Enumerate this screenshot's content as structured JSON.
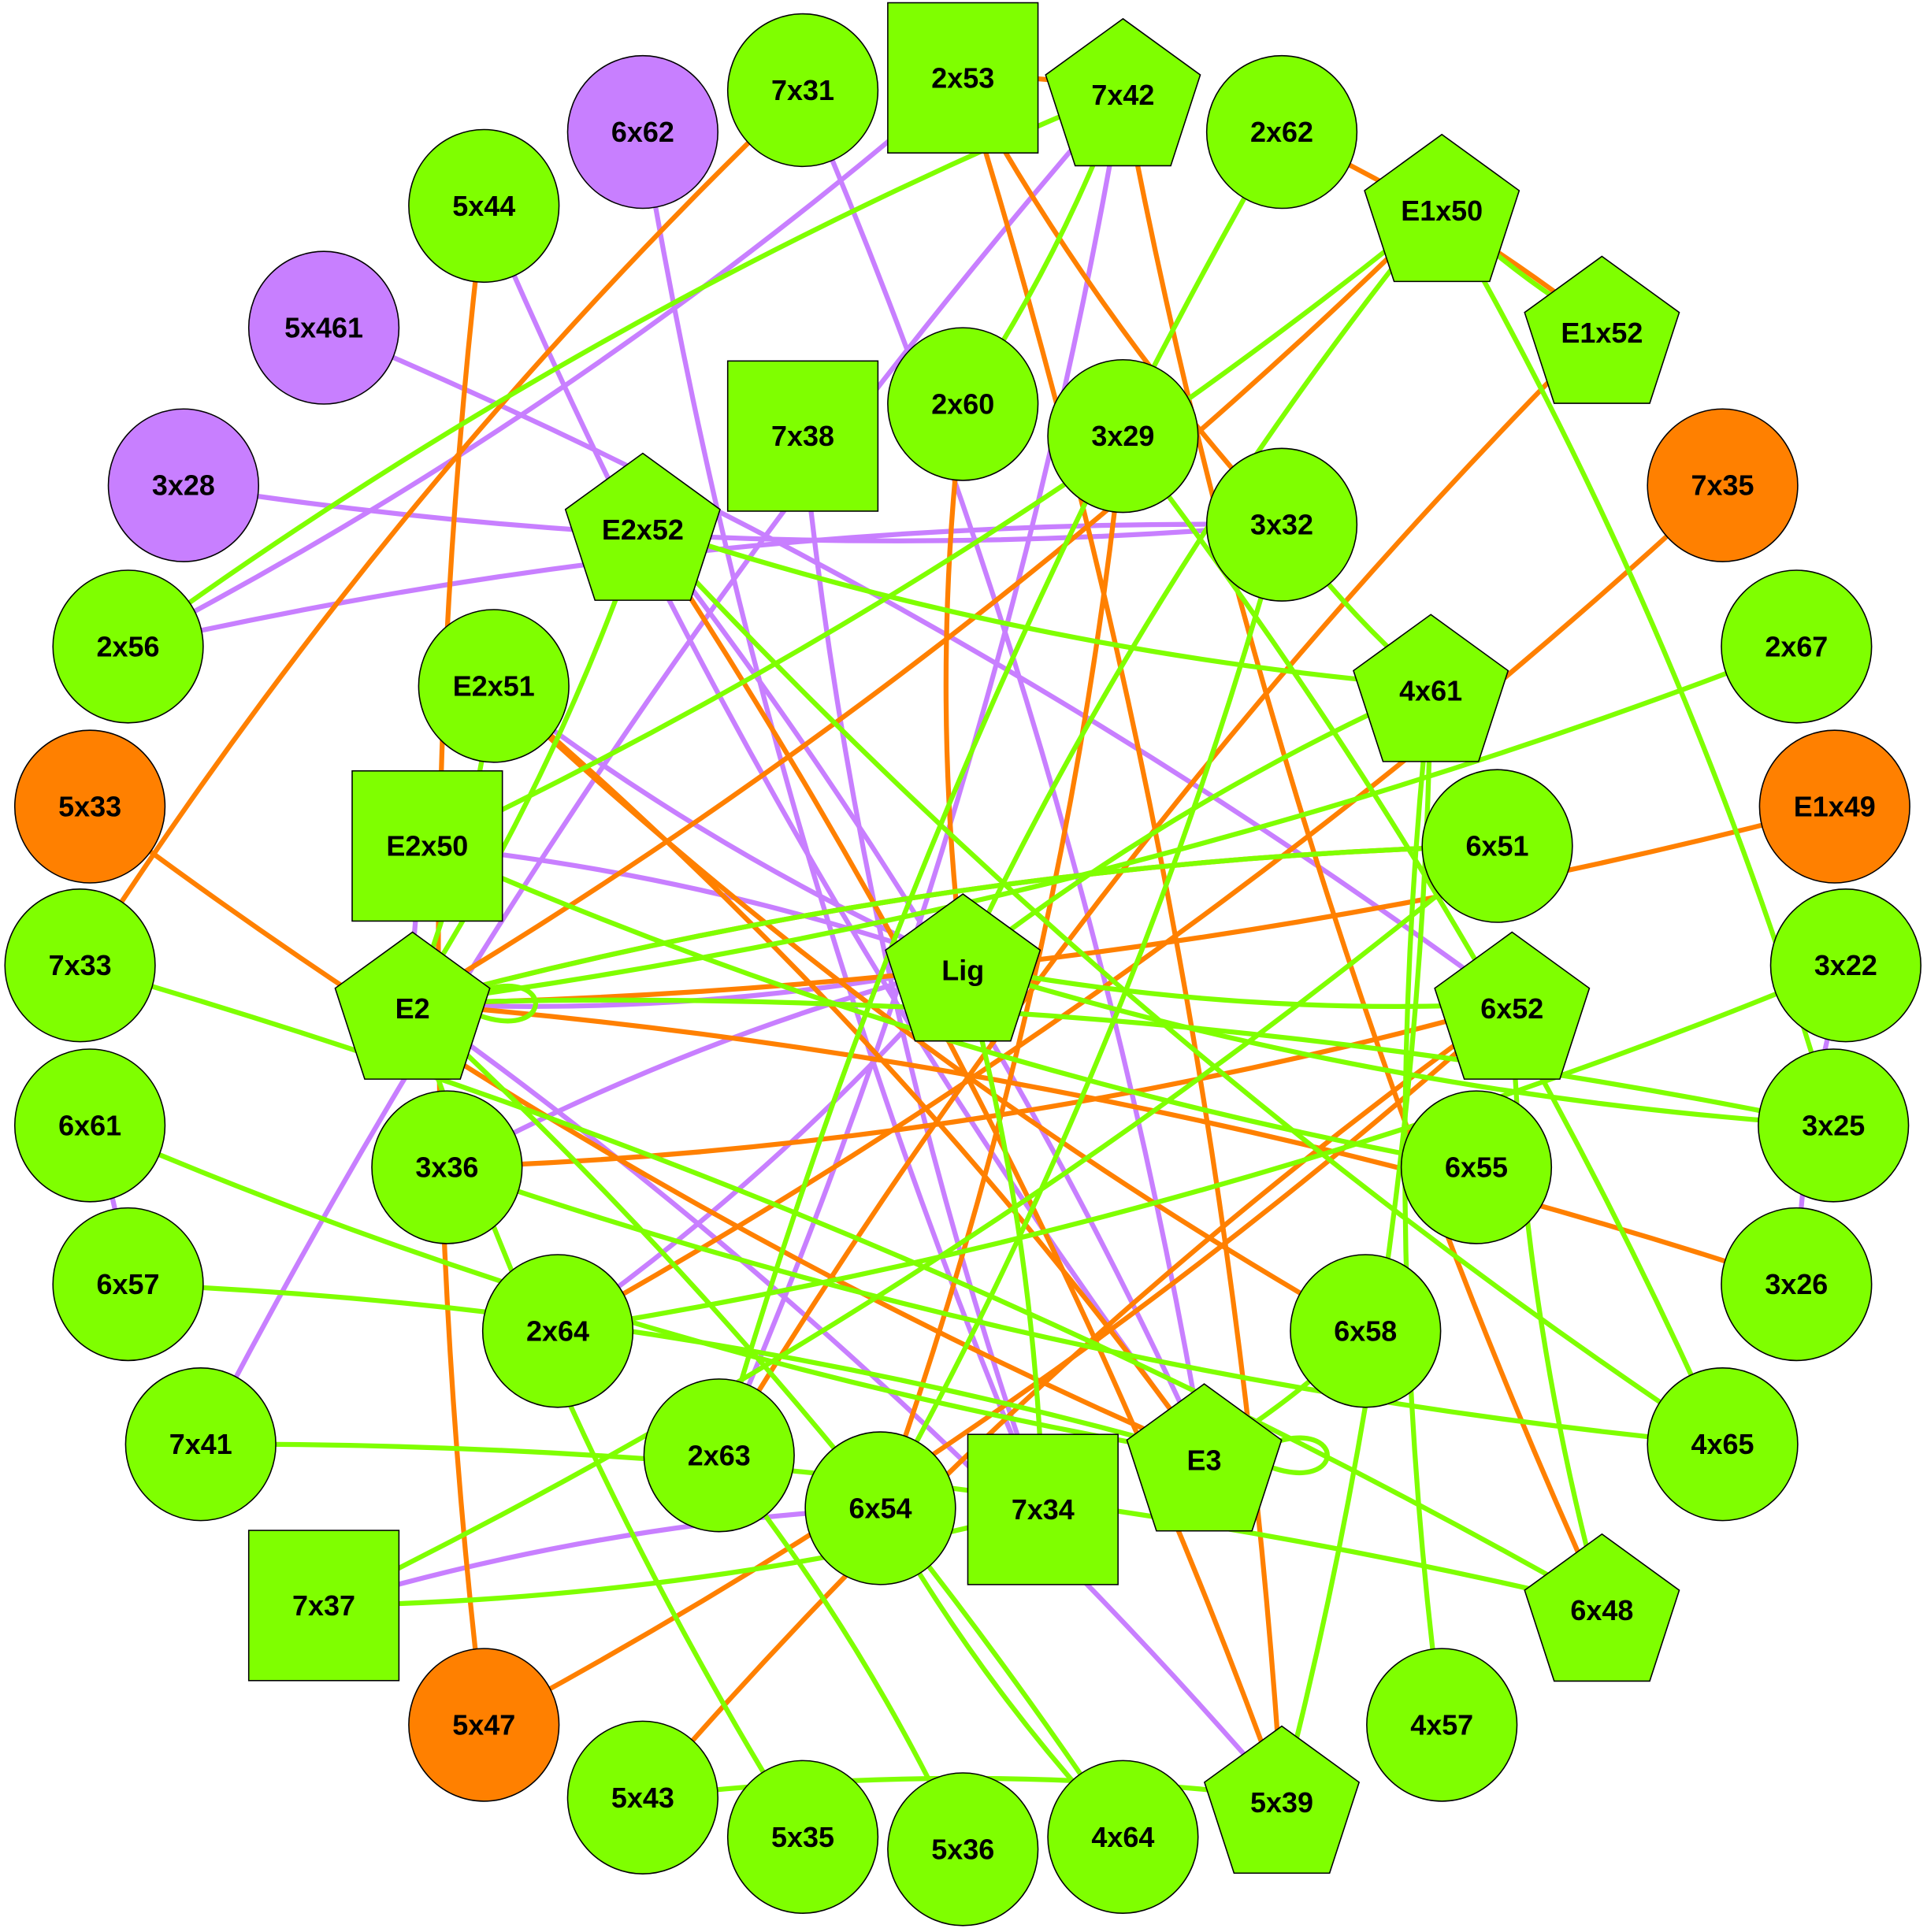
{
  "palette": {
    "green": "#7fff00",
    "purple": "#c87fff",
    "orange": "#ff8000"
  },
  "nodes": [
    {
      "label": "7x31",
      "shape": "circle",
      "color": "green"
    },
    {
      "label": "2x53",
      "shape": "square",
      "color": "green"
    },
    {
      "label": "7x42",
      "shape": "pentagon",
      "color": "green"
    },
    {
      "label": "6x62",
      "shape": "circle",
      "color": "purple"
    },
    {
      "label": "2x62",
      "shape": "circle",
      "color": "green"
    },
    {
      "label": "5x44",
      "shape": "circle",
      "color": "green"
    },
    {
      "label": "E1x50",
      "shape": "pentagon",
      "color": "green"
    },
    {
      "label": "5x461",
      "shape": "circle",
      "color": "purple"
    },
    {
      "label": "E1x52",
      "shape": "pentagon",
      "color": "green"
    },
    {
      "label": "7x38",
      "shape": "square",
      "color": "green"
    },
    {
      "label": "2x60",
      "shape": "circle",
      "color": "green"
    },
    {
      "label": "3x29",
      "shape": "circle",
      "color": "green"
    },
    {
      "label": "3x28",
      "shape": "circle",
      "color": "purple"
    },
    {
      "label": "7x35",
      "shape": "circle",
      "color": "orange"
    },
    {
      "label": "E2x52",
      "shape": "pentagon",
      "color": "green"
    },
    {
      "label": "3x32",
      "shape": "circle",
      "color": "green"
    },
    {
      "label": "2x56",
      "shape": "circle",
      "color": "green"
    },
    {
      "label": "2x67",
      "shape": "circle",
      "color": "green"
    },
    {
      "label": "E2x51",
      "shape": "circle",
      "color": "green"
    },
    {
      "label": "4x61",
      "shape": "pentagon",
      "color": "green"
    },
    {
      "label": "5x33",
      "shape": "circle",
      "color": "orange"
    },
    {
      "label": "E1x49",
      "shape": "circle",
      "color": "orange"
    },
    {
      "label": "E2x50",
      "shape": "square",
      "color": "green"
    },
    {
      "label": "6x51",
      "shape": "circle",
      "color": "green"
    },
    {
      "label": "7x33",
      "shape": "circle",
      "color": "green"
    },
    {
      "label": "Lig",
      "shape": "pentagon",
      "color": "green"
    },
    {
      "label": "E2",
      "shape": "pentagon",
      "color": "green"
    },
    {
      "label": "3x22",
      "shape": "circle",
      "color": "green"
    },
    {
      "label": "6x52",
      "shape": "pentagon",
      "color": "green"
    },
    {
      "label": "6x61",
      "shape": "circle",
      "color": "green"
    },
    {
      "label": "3x36",
      "shape": "circle",
      "color": "green"
    },
    {
      "label": "6x55",
      "shape": "circle",
      "color": "green"
    },
    {
      "label": "3x25",
      "shape": "circle",
      "color": "green"
    },
    {
      "label": "6x57",
      "shape": "circle",
      "color": "green"
    },
    {
      "label": "3x26",
      "shape": "circle",
      "color": "green"
    },
    {
      "label": "2x64",
      "shape": "circle",
      "color": "green"
    },
    {
      "label": "6x58",
      "shape": "circle",
      "color": "green"
    },
    {
      "label": "7x41",
      "shape": "circle",
      "color": "green"
    },
    {
      "label": "2x63",
      "shape": "circle",
      "color": "green"
    },
    {
      "label": "6x54",
      "shape": "circle",
      "color": "green"
    },
    {
      "label": "7x34",
      "shape": "square",
      "color": "green"
    },
    {
      "label": "E3",
      "shape": "pentagon",
      "color": "green"
    },
    {
      "label": "4x65",
      "shape": "circle",
      "color": "green"
    },
    {
      "label": "7x37",
      "shape": "square",
      "color": "green"
    },
    {
      "label": "6x48",
      "shape": "pentagon",
      "color": "green"
    },
    {
      "label": "5x47",
      "shape": "circle",
      "color": "orange"
    },
    {
      "label": "4x57",
      "shape": "circle",
      "color": "green"
    },
    {
      "label": "5x43",
      "shape": "circle",
      "color": "green"
    },
    {
      "label": "5x39",
      "shape": "pentagon",
      "color": "green"
    },
    {
      "label": "5x35",
      "shape": "circle",
      "color": "green"
    },
    {
      "label": "5x36",
      "shape": "circle",
      "color": "green"
    },
    {
      "label": "4x64",
      "shape": "circle",
      "color": "green"
    }
  ],
  "edges": [
    {
      "source": "2x53",
      "target": "2x56",
      "color": "purple"
    },
    {
      "source": "6x62",
      "target": "7x34",
      "color": "purple"
    },
    {
      "source": "7x31",
      "target": "E3",
      "color": "purple"
    },
    {
      "source": "7x42",
      "target": "7x41",
      "color": "purple"
    },
    {
      "source": "7x42",
      "target": "2x63",
      "color": "purple"
    },
    {
      "source": "5x44",
      "target": "E3",
      "color": "purple"
    },
    {
      "source": "5x461",
      "target": "6x52",
      "color": "purple"
    },
    {
      "source": "3x28",
      "target": "3x32",
      "color": "purple"
    },
    {
      "source": "2x56",
      "target": "3x32",
      "color": "purple"
    },
    {
      "source": "7x38",
      "target": "7x34",
      "color": "purple"
    },
    {
      "source": "E2x52",
      "target": "E3",
      "color": "purple"
    },
    {
      "source": "E2x51",
      "target": "Lig",
      "color": "purple"
    },
    {
      "source": "E2x50",
      "target": "Lig",
      "color": "purple"
    },
    {
      "source": "E2",
      "target": "Lig",
      "color": "purple"
    },
    {
      "source": "E2",
      "target": "5x39",
      "color": "purple"
    },
    {
      "source": "E2x50",
      "target": "E2",
      "color": "purple"
    },
    {
      "source": "3x36",
      "target": "Lig",
      "color": "purple"
    },
    {
      "source": "2x64",
      "target": "Lig",
      "color": "purple"
    },
    {
      "source": "7x37",
      "target": "6x54",
      "color": "purple"
    },
    {
      "source": "3x22",
      "target": "3x26",
      "color": "purple"
    },
    {
      "source": "6x61",
      "target": "6x57",
      "color": "purple"
    },
    {
      "source": "7x31",
      "target": "7x33",
      "color": "orange"
    },
    {
      "source": "2x53",
      "target": "7x42",
      "color": "orange"
    },
    {
      "source": "2x53",
      "target": "3x32",
      "color": "orange"
    },
    {
      "source": "2x53",
      "target": "5x39",
      "color": "orange"
    },
    {
      "source": "7x42",
      "target": "6x48",
      "color": "orange"
    },
    {
      "source": "2x62",
      "target": "E1x52",
      "color": "orange"
    },
    {
      "source": "5x44",
      "target": "5x47",
      "color": "orange"
    },
    {
      "source": "E1x50",
      "target": "E2",
      "color": "orange"
    },
    {
      "source": "E1x52",
      "target": "2x63",
      "color": "orange"
    },
    {
      "source": "7x35",
      "target": "2x64",
      "color": "orange"
    },
    {
      "source": "2x60",
      "target": "Lig",
      "color": "orange"
    },
    {
      "source": "3x29",
      "target": "6x54",
      "color": "orange"
    },
    {
      "source": "5x33",
      "target": "E3",
      "color": "orange"
    },
    {
      "source": "E1x49",
      "target": "E2",
      "color": "orange"
    },
    {
      "source": "6x51",
      "target": "E2",
      "color": "orange"
    },
    {
      "source": "E2x51",
      "target": "E3",
      "color": "orange"
    },
    {
      "source": "E2x51",
      "target": "6x58",
      "color": "orange"
    },
    {
      "source": "E2x52",
      "target": "5x39",
      "color": "orange"
    },
    {
      "source": "3x36",
      "target": "6x52",
      "color": "orange"
    },
    {
      "source": "6x52",
      "target": "5x47",
      "color": "orange"
    },
    {
      "source": "6x52",
      "target": "5x43",
      "color": "orange"
    },
    {
      "source": "E2",
      "target": "3x26",
      "color": "orange"
    },
    {
      "source": "7x42",
      "target": "2x56",
      "color": "green"
    },
    {
      "source": "7x42",
      "target": "2x60",
      "color": "green"
    },
    {
      "source": "2x62",
      "target": "2x63",
      "color": "green"
    },
    {
      "source": "E1x50",
      "target": "E2x50",
      "color": "green"
    },
    {
      "source": "E1x50",
      "target": "E1x52",
      "color": "green"
    },
    {
      "source": "E1x50",
      "target": "3x25",
      "color": "green"
    },
    {
      "source": "E1x50",
      "target": "Lig",
      "color": "green"
    },
    {
      "source": "3x29",
      "target": "4x65",
      "color": "green"
    },
    {
      "source": "3x32",
      "target": "4x61",
      "color": "green"
    },
    {
      "source": "3x32",
      "target": "6x54",
      "color": "green"
    },
    {
      "source": "E2x52",
      "target": "4x61",
      "color": "green"
    },
    {
      "source": "E2x52",
      "target": "E2",
      "color": "green"
    },
    {
      "source": "E2x52",
      "target": "4x65",
      "color": "green"
    },
    {
      "source": "2x67",
      "target": "E2",
      "color": "green"
    },
    {
      "source": "4x61",
      "target": "Lig",
      "color": "green"
    },
    {
      "source": "4x61",
      "target": "5x39",
      "color": "green"
    },
    {
      "source": "4x61",
      "target": "4x57",
      "color": "green"
    },
    {
      "source": "E2x51",
      "target": "E2",
      "color": "green"
    },
    {
      "source": "E2x50",
      "target": "6x55",
      "color": "green"
    },
    {
      "source": "6x51",
      "target": "7x37",
      "color": "green"
    },
    {
      "source": "6x51",
      "target": "E2",
      "color": "green"
    },
    {
      "source": "3x22",
      "target": "2x64",
      "color": "green"
    },
    {
      "source": "Lig",
      "target": "6x52",
      "color": "green"
    },
    {
      "source": "Lig",
      "target": "7x34",
      "color": "green"
    },
    {
      "source": "Lig",
      "target": "3x25",
      "color": "green"
    },
    {
      "source": "E2",
      "target": "3x25",
      "color": "green"
    },
    {
      "source": "E2",
      "target": "E2",
      "color": "green"
    },
    {
      "source": "E2",
      "target": "4x64",
      "color": "green"
    },
    {
      "source": "E2",
      "target": "5x35",
      "color": "green"
    },
    {
      "source": "7x33",
      "target": "6x48",
      "color": "green"
    },
    {
      "source": "6x61",
      "target": "E3",
      "color": "green"
    },
    {
      "source": "6x57",
      "target": "E3",
      "color": "green"
    },
    {
      "source": "3x36",
      "target": "4x65",
      "color": "green"
    },
    {
      "source": "7x41",
      "target": "6x48",
      "color": "green"
    },
    {
      "source": "7x37",
      "target": "7x34",
      "color": "green"
    },
    {
      "source": "6x58",
      "target": "E3",
      "color": "green"
    },
    {
      "source": "E3",
      "target": "E3",
      "color": "green"
    },
    {
      "source": "5x43",
      "target": "5x39",
      "color": "green"
    },
    {
      "source": "6x52",
      "target": "6x48",
      "color": "green"
    },
    {
      "source": "2x63",
      "target": "5x36",
      "color": "green"
    },
    {
      "source": "6x54",
      "target": "4x64",
      "color": "green"
    }
  ]
}
